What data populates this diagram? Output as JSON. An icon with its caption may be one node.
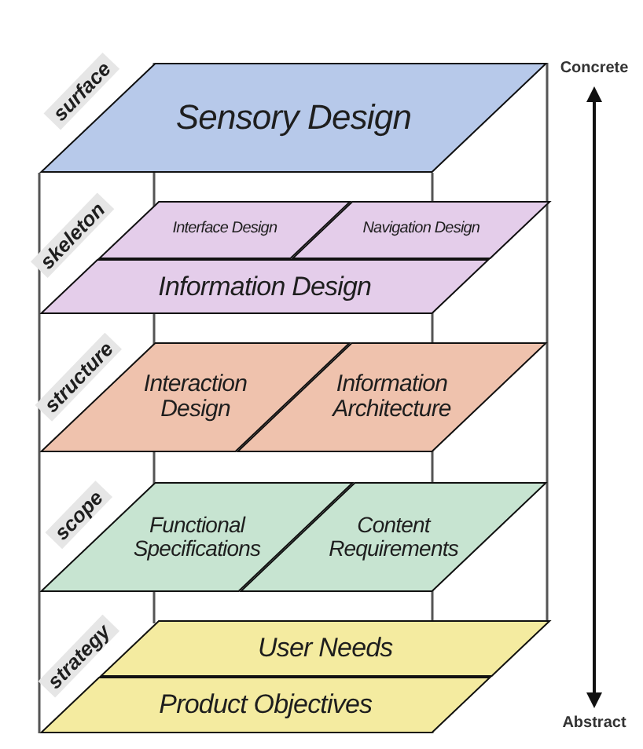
{
  "diagram": {
    "nodes": [
      {
        "text": [
          "Sensory Design"
        ]
      },
      {
        "text": [
          "Interface Design"
        ]
      },
      {
        "text": [
          "Navigation Design"
        ]
      },
      {
        "text": [
          "Information Design"
        ]
      },
      {
        "text": [
          "Interaction Design"
        ]
      },
      {
        "text": [
          "Information Architecture"
        ]
      },
      {
        "text": [
          "Functional Specifications"
        ]
      },
      {
        "text": [
          "Content Requirements"
        ]
      },
      {
        "text": [
          "User Needs"
        ]
      },
      {
        "text": [
          "Product Objectives"
        ]
      }
    ],
    "labels": [
      "surface",
      "Concrete",
      "skeleton",
      "structure",
      "scope",
      "strategy",
      "Abstract"
    ]
  }
}
